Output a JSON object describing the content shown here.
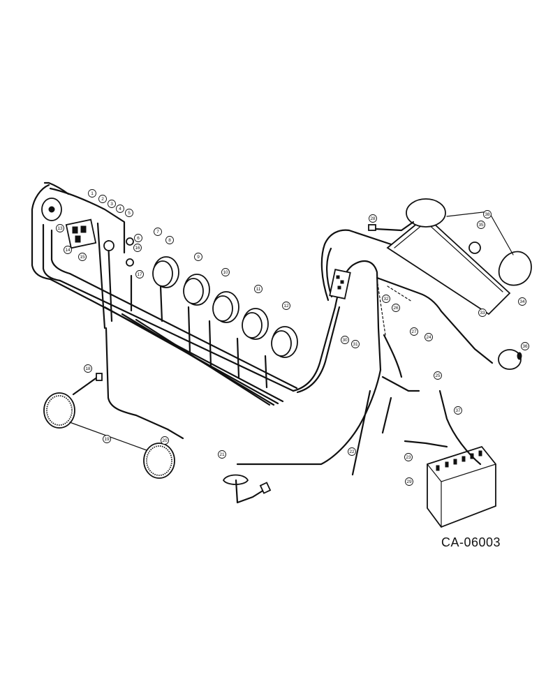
{
  "drawing_id": "CA-06003",
  "callouts": [
    {
      "id": "c1",
      "label": "1"
    },
    {
      "id": "c2",
      "label": "2"
    },
    {
      "id": "c3",
      "label": "3"
    },
    {
      "id": "c4",
      "label": "4"
    },
    {
      "id": "c5",
      "label": "5"
    },
    {
      "id": "c6",
      "label": "6"
    },
    {
      "id": "c7",
      "label": "7"
    },
    {
      "id": "c8",
      "label": "8"
    },
    {
      "id": "c9",
      "label": "9"
    },
    {
      "id": "c10",
      "label": "10"
    },
    {
      "id": "c11",
      "label": "11"
    },
    {
      "id": "c12",
      "label": "12"
    },
    {
      "id": "c13",
      "label": "13"
    },
    {
      "id": "c14",
      "label": "14"
    },
    {
      "id": "c15",
      "label": "15"
    },
    {
      "id": "c16",
      "label": "16"
    },
    {
      "id": "c17",
      "label": "17"
    },
    {
      "id": "c18",
      "label": "18"
    },
    {
      "id": "c19",
      "label": "19"
    },
    {
      "id": "c20",
      "label": "20"
    },
    {
      "id": "c21",
      "label": "21"
    },
    {
      "id": "c22",
      "label": "22"
    },
    {
      "id": "c23",
      "label": "23"
    },
    {
      "id": "c24",
      "label": "24"
    },
    {
      "id": "c25",
      "label": "25"
    },
    {
      "id": "c26",
      "label": "26"
    },
    {
      "id": "c27",
      "label": "27"
    },
    {
      "id": "c28",
      "label": "28"
    },
    {
      "id": "c29",
      "label": "29"
    },
    {
      "id": "c30",
      "label": "30"
    },
    {
      "id": "c31",
      "label": "31"
    },
    {
      "id": "c32",
      "label": "32"
    },
    {
      "id": "c33",
      "label": "33"
    },
    {
      "id": "c34",
      "label": "34"
    },
    {
      "id": "c35",
      "label": "35"
    },
    {
      "id": "c36",
      "label": "36"
    },
    {
      "id": "c37",
      "label": "37"
    },
    {
      "id": "c38",
      "label": "38"
    }
  ]
}
